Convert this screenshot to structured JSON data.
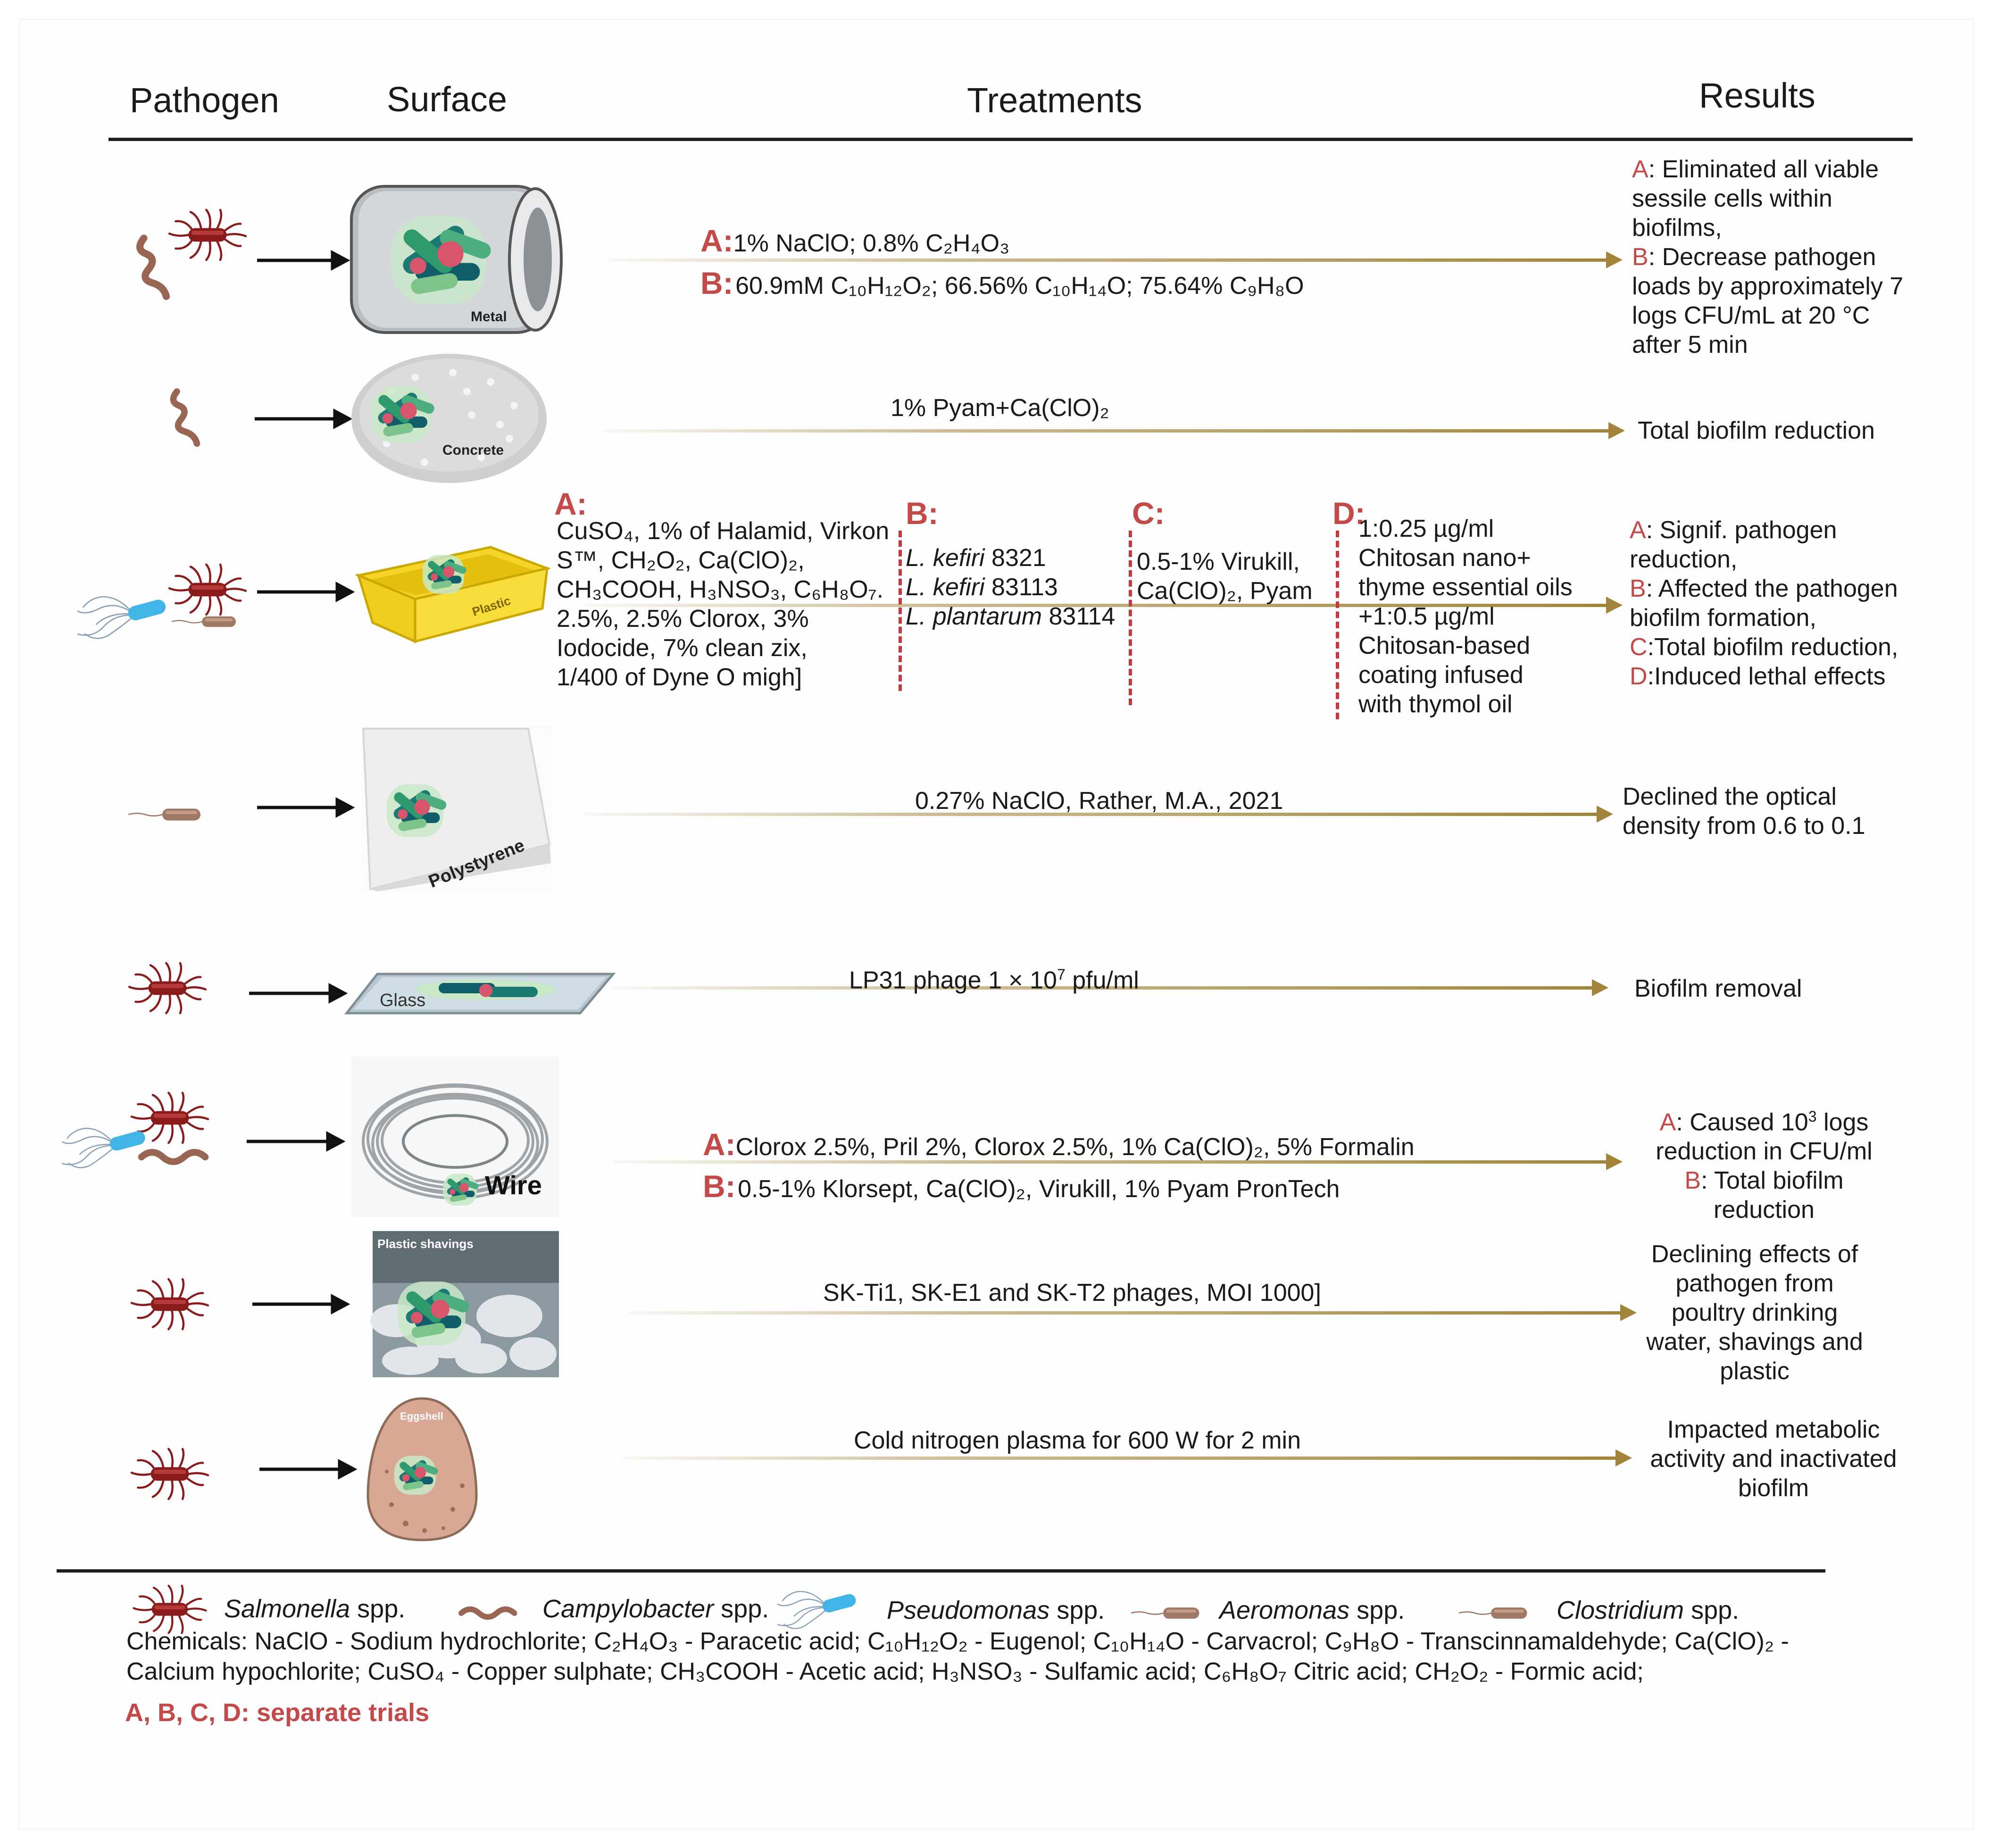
{
  "headers": {
    "pathogen": "Pathogen",
    "surface": "Surface",
    "treatments": "Treatments",
    "results": "Results"
  },
  "colors": {
    "arrow": "#a2843a",
    "letters": "#c44a4a",
    "dash": "#c4393d",
    "salmonella": "#8a1b1b",
    "campylobacter": "#9a6654",
    "aeromonas": "#a07866",
    "pseudomonas": "#41b6e6"
  },
  "surface_labels": {
    "metal": "Metal",
    "concrete": "Concrete",
    "plastic": "Plastic",
    "polystyrene": "Polystyrene",
    "glass": "Glass",
    "wire": "Wire",
    "shavings": "Plastic shavings",
    "eggshell": "Eggshell"
  },
  "rows": {
    "r1": {
      "letter_a": "A:",
      "treat_a": "1% NaClO; 0.8% C₂H₄O₃",
      "letter_b": "B:",
      "treat_b": "60.9mM C₁₀H₁₂O₂; 66.56% C₁₀H₁₄O; 75.64% C₉H₈O",
      "res_a_letter": "A",
      "res_a": ": Eliminated all viable",
      "res_a2": "sessile cells within",
      "res_a3": "biofilms,",
      "res_b_letter": "B",
      "res_b": ": Decrease pathogen",
      "res_b2": "loads by approximately 7",
      "res_b3": "logs CFU/mL at 20 °C",
      "res_b4": "after 5 min"
    },
    "r2": {
      "treat": "1% Pyam+Ca(ClO)₂",
      "result": "Total biofilm reduction"
    },
    "r3": {
      "a_letter": "A:",
      "a_lines": [
        "CuSO₄, 1% of Halamid, Virkon",
        "S™, CH₂O₂, Ca(ClO)₂,",
        "CH₃COOH, H₃NSO₃, C₆H₈O₇.",
        "2.5%, 2.5% Clorox, 3%",
        "Iodocide, 7% clean zix,",
        " 1/400 of Dyne O migh]"
      ],
      "b_letter": "B:",
      "b_species": [
        "L. kefiri",
        "L. kefiri",
        "L. plantarum"
      ],
      "b_strains": [
        " 8321",
        " 83113",
        " 83114"
      ],
      "c_letter": "C:",
      "c_lines": [
        "0.5-1% Virukill,",
        "Ca(ClO)₂, Pyam"
      ],
      "d_letter": "D:",
      "d_lines": [
        "1:0.25 µg/ml",
        "Chitosan nano+",
        "thyme essential oils",
        "+1:0.5 µg/ml",
        "Chitosan-based",
        "coating infused",
        "with thymol oil"
      ],
      "res": [
        {
          "letter": "A",
          "text": ": Signif. pathogen"
        },
        {
          "letter": "",
          "text": "reduction,"
        },
        {
          "letter": "B",
          "text": ": Affected the pathogen"
        },
        {
          "letter": "",
          "text": "biofilm formation,"
        },
        {
          "letter": "C",
          "text": ":Total biofilm reduction,"
        },
        {
          "letter": "D",
          "text": ":Induced lethal effects"
        }
      ]
    },
    "r4": {
      "treat": "0.27% NaClO, Rather, M.A., 2021",
      "result": "Declined the optical",
      "result2": "density from 0.6 to 0.1"
    },
    "r5": {
      "treat_pre": "LP31 phage 1 × 10",
      "treat_exp": "7",
      "treat_post": " pfu/ml",
      "result": "Biofilm removal"
    },
    "r6": {
      "letter_a": "A:",
      "treat_a": "Clorox 2.5%, Pril 2%, Clorox 2.5%, 1% Ca(ClO)₂, 5% Formalin",
      "letter_b": "B:",
      "treat_b": "0.5-1% Klorsept, Ca(ClO)₂, Virukill, 1% Pyam PronTech",
      "res_a_letter": "A",
      "res_a_pre": ": Caused 10",
      "res_a_exp": "3",
      "res_a_post": " logs",
      "res_a2": "reduction in CFU/ml",
      "res_b_letter": "B",
      "res_b": ": Total biofilm",
      "res_b2": "reduction"
    },
    "r7": {
      "treat": "SK-Ti1, SK-E1 and SK-T2 phages, MOI 1000]",
      "result": [
        "Declining effects of",
        "pathogen from",
        "poultry drinking",
        "water, shavings and",
        "plastic"
      ]
    },
    "r8": {
      "treat": "Cold nitrogen plasma for 600 W for 2 min",
      "result": [
        "Impacted metabolic",
        "activity and inactivated",
        "biofilm"
      ]
    }
  },
  "legend": {
    "salmonella": "Salmonella",
    "campylobacter": "Campylobacter",
    "pseudomonas": "Pseudomonas",
    "aeromonas": "Aeromonas",
    "clostridium": "Clostridium",
    "spp": " spp."
  },
  "chemicals": {
    "line1": "Chemicals: NaClO - Sodium hydrochlorite; C₂H₄O₃ - Paracetic acid; C₁₀H₁₂O₂ - Eugenol; C₁₀H₁₄O - Carvacrol; C₉H₈O - Transcinnamaldehyde; Ca(ClO)₂ -",
    "line2": "Calcium hypochlorite; CuSO₄ - Copper sulphate; CH₃COOH - Acetic acid; H₃NSO₃ - Sulfamic acid; C₆H₈O₇ Citric acid; CH₂O₂ - Formic acid;"
  },
  "trials_note": "A, B, C, D: separate trials"
}
